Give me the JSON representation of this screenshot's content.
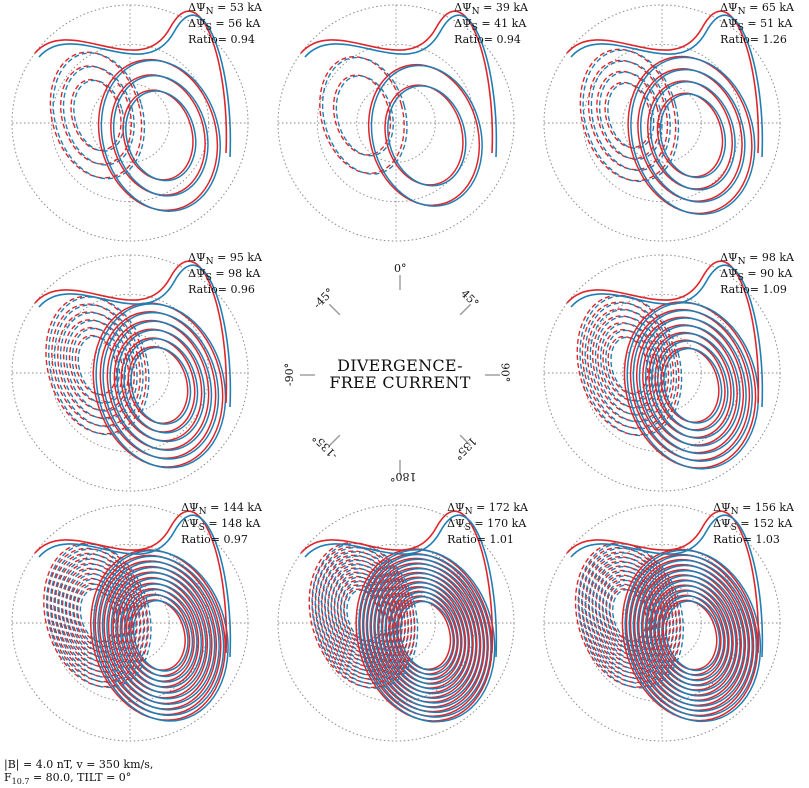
{
  "panels": [
    {
      "dN": "53 kA",
      "dS": "56 kA",
      "ratio": "0.94"
    },
    {
      "dN": "39 kA",
      "dS": "41 kA",
      "ratio": "0.94"
    },
    {
      "dN": "65 kA",
      "dS": "51 kA",
      "ratio": "1.26"
    },
    {
      "dN": "95 kA",
      "dS": "98 kA",
      "ratio": "0.96"
    },
    {
      "dN": "98 kA",
      "dS": "90 kA",
      "ratio": "1.09"
    },
    {
      "dN": "144 kA",
      "dS": "148 kA",
      "ratio": "0.97"
    },
    {
      "dN": "172 kA",
      "dS": "170 kA",
      "ratio": "1.01"
    },
    {
      "dN": "156 kA",
      "dS": "152 kA",
      "ratio": "1.03"
    }
  ],
  "labels": {
    "dpsi_n": "ΔΨ",
    "sub_n": "N",
    "sub_s": "S",
    "eq": " = ",
    "ratio_prefix": "Ratio= "
  },
  "center": {
    "title_line1": "DIVERGENCE-",
    "title_line2": "FREE CURRENT",
    "angles": [
      "0°",
      "45°",
      "90°",
      "135°",
      "180°",
      "-135°",
      "-90°",
      "-45°"
    ]
  },
  "footer": {
    "line1": "|B| = 4.0 nT, v = 350 km/s,",
    "line2_a": "F",
    "line2_sub": "10.7",
    "line2_b": " = 80.0, TILT = 0°"
  },
  "colors": {
    "north": "#e0262b",
    "south": "#1f7fb5",
    "grid": "#8a8a8a"
  }
}
